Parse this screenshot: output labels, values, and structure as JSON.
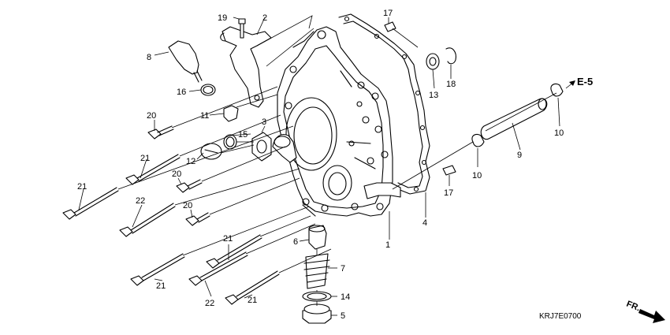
{
  "reference": "E-5",
  "diagram_code": "KRJ7E0700",
  "front_label": "FR.",
  "callouts": [
    {
      "id": "c19",
      "text": "19"
    },
    {
      "id": "c2",
      "text": "2"
    },
    {
      "id": "c17a",
      "text": "17"
    },
    {
      "id": "c8",
      "text": "8"
    },
    {
      "id": "c16",
      "text": "16"
    },
    {
      "id": "c13",
      "text": "13"
    },
    {
      "id": "c18",
      "text": "18"
    },
    {
      "id": "c20a",
      "text": "20"
    },
    {
      "id": "c11",
      "text": "11"
    },
    {
      "id": "c15",
      "text": "15"
    },
    {
      "id": "c3",
      "text": "3"
    },
    {
      "id": "c10a",
      "text": "10"
    },
    {
      "id": "c9",
      "text": "9"
    },
    {
      "id": "c21a",
      "text": "21"
    },
    {
      "id": "c12",
      "text": "12"
    },
    {
      "id": "c20b",
      "text": "20"
    },
    {
      "id": "c10b",
      "text": "10"
    },
    {
      "id": "c21b",
      "text": "21"
    },
    {
      "id": "c22a",
      "text": "22"
    },
    {
      "id": "c17b",
      "text": "17"
    },
    {
      "id": "c20c",
      "text": "20"
    },
    {
      "id": "c4",
      "text": "4"
    },
    {
      "id": "c1",
      "text": "1"
    },
    {
      "id": "c21c",
      "text": "21"
    },
    {
      "id": "c6",
      "text": "6"
    },
    {
      "id": "c7",
      "text": "7"
    },
    {
      "id": "c21d",
      "text": "21"
    },
    {
      "id": "c22b",
      "text": "22"
    },
    {
      "id": "c14",
      "text": "14"
    },
    {
      "id": "c21e",
      "text": "21"
    },
    {
      "id": "c5",
      "text": "5"
    }
  ]
}
